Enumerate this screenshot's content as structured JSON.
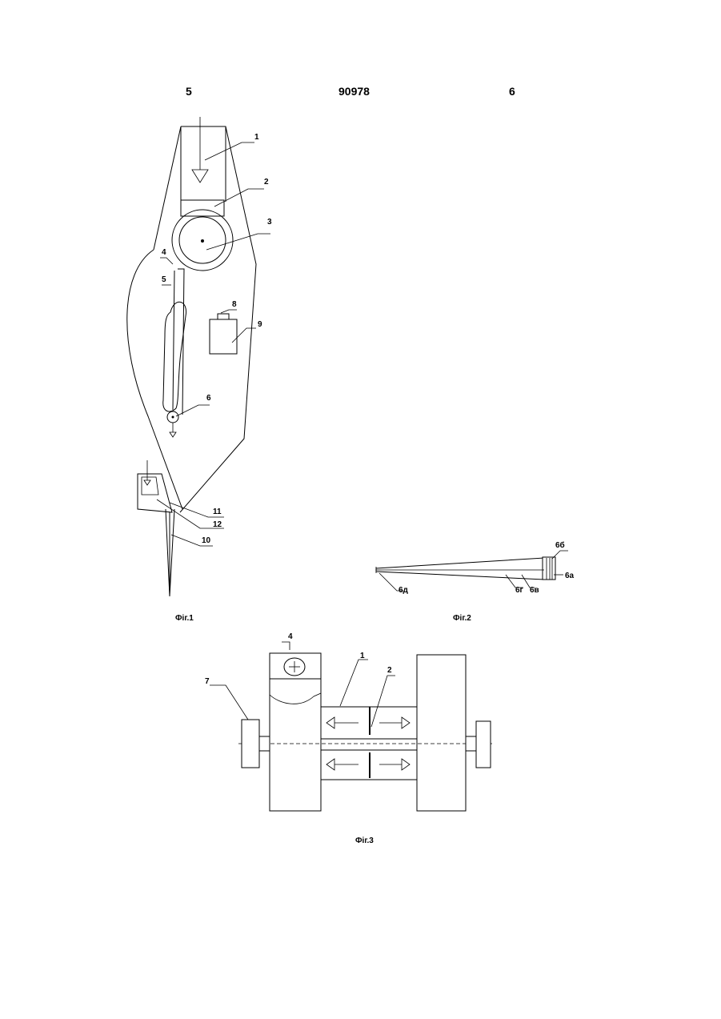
{
  "header": {
    "page_left": "5",
    "patent_number": "90978",
    "page_right": "6"
  },
  "fig1": {
    "caption": "Фіг.1",
    "labels": [
      "1",
      "2",
      "3",
      "4",
      "5",
      "6",
      "8",
      "9",
      "11",
      "12",
      "10"
    ]
  },
  "fig2": {
    "caption": "Фіг.2",
    "labels": [
      "6б",
      "6а",
      "6д",
      "6г",
      "6в"
    ]
  },
  "fig3": {
    "caption": "Фіг.3",
    "labels": [
      "4",
      "1",
      "2",
      "7"
    ]
  }
}
